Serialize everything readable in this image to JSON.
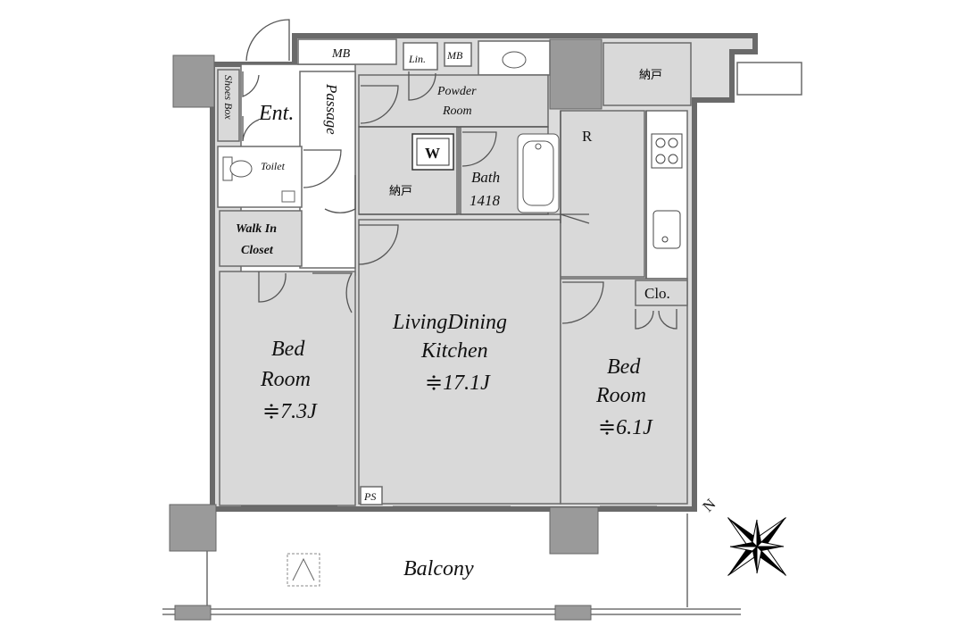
{
  "labels": {
    "mb_top_left": "MB",
    "lin": "Lin.",
    "mb_top_right": "MB",
    "storage_top": "納戸",
    "shoes_box": "Shoes Box",
    "entrance": "Ent.",
    "passage": "Passage",
    "powder_room_1": "Powder",
    "powder_room_2": "Room",
    "washer": "W",
    "refrigerator": "R",
    "toilet": "Toilet",
    "storage_mid": "納戸",
    "bath_1": "Bath",
    "bath_2": "1418",
    "walk_in_closet_1": "Walk In",
    "walk_in_closet_2": "Closet",
    "ldk_1": "LivingDining",
    "ldk_2": "Kitchen",
    "ldk_size": "≑17.1J",
    "bed_left_1": "Bed",
    "bed_left_2": "Room",
    "bed_left_size": "≑7.3J",
    "bed_right_1": "Bed",
    "bed_right_2": "Room",
    "bed_right_size": "≑6.1J",
    "closet": "Clo.",
    "pipe_space": "PS",
    "balcony": "Balcony",
    "compass_north": "N"
  },
  "colors": {
    "room_fill": "#d9d9d9",
    "wall": "#7a7a7a",
    "pillar": "#9a9a9a",
    "background": "#ffffff"
  },
  "icons": [
    "compass-rose-icon",
    "toilet-icon",
    "bathtub-icon",
    "sink-icon",
    "stove-icon",
    "washer-icon",
    "door-swing-icon"
  ]
}
